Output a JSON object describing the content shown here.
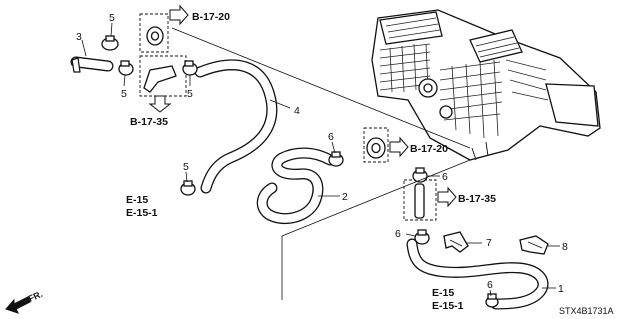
{
  "callouts": [
    {
      "id": "c1",
      "text": "1"
    },
    {
      "id": "c2",
      "text": "2"
    },
    {
      "id": "c3",
      "text": "3"
    },
    {
      "id": "c4",
      "text": "4"
    },
    {
      "id": "c5a",
      "text": "5"
    },
    {
      "id": "c5b",
      "text": "5"
    },
    {
      "id": "c5c",
      "text": "5"
    },
    {
      "id": "c5d",
      "text": "5"
    },
    {
      "id": "c6a",
      "text": "6"
    },
    {
      "id": "c6b",
      "text": "6"
    },
    {
      "id": "c6c",
      "text": "6"
    },
    {
      "id": "c6d",
      "text": "6"
    },
    {
      "id": "c7",
      "text": "7"
    },
    {
      "id": "c8",
      "text": "8"
    }
  ],
  "references": {
    "ref_top": "B-17-20",
    "ref_mid": "B-17-20",
    "ref_left_down": "B-17-35",
    "ref_right": "B-17-35",
    "ref_e15_left": "E-15",
    "ref_e151_left": "E-15-1",
    "ref_e15_bottom": "E-15",
    "ref_e151_bottom": "E-15-1"
  },
  "direction_label": "FR.",
  "diagram_code": "STX4B1731A"
}
